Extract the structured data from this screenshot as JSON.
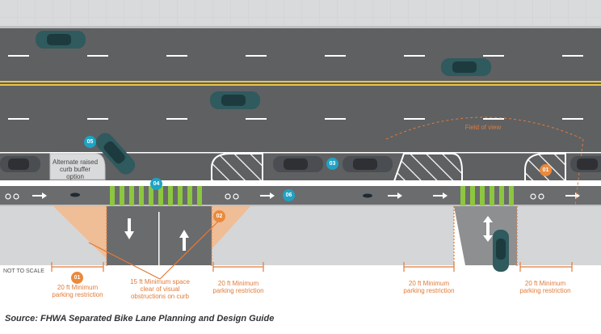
{
  "colors": {
    "road": "#5f6062",
    "bike_lane": "#6b6c6e",
    "sidewalk": "#d5d6d7",
    "lane_marking": "#ffffff",
    "center_line": "#e8c547",
    "car_teal": "#2f5a5e",
    "car_gray": "#4a4d51",
    "accent_orange": "#e07b39",
    "accent_blue": "#1fa3c4",
    "crossing_green": "#8dc63f"
  },
  "markers": {
    "m05": "05",
    "m04": "04",
    "m03": "03",
    "m06": "06",
    "m01a": "01",
    "m01b": "01",
    "m02": "02"
  },
  "labels": {
    "alternate_buffer": "Alternate raised curb buffer option",
    "field_of_view": "Field of view",
    "not_to_scale": "NOT TO SCALE",
    "parking_01": "20 ft Minimum parking restriction",
    "clear_space": "15 ft Minimum space clear of visual obstructions on curb",
    "parking_02": "20 ft Minimum parking restriction",
    "parking_03": "20 ft Minimum parking restriction",
    "parking_04": "20 ft Minimum parking restriction",
    "source": "Source: FHWA Separated Bike Lane Planning and Design Guide"
  }
}
